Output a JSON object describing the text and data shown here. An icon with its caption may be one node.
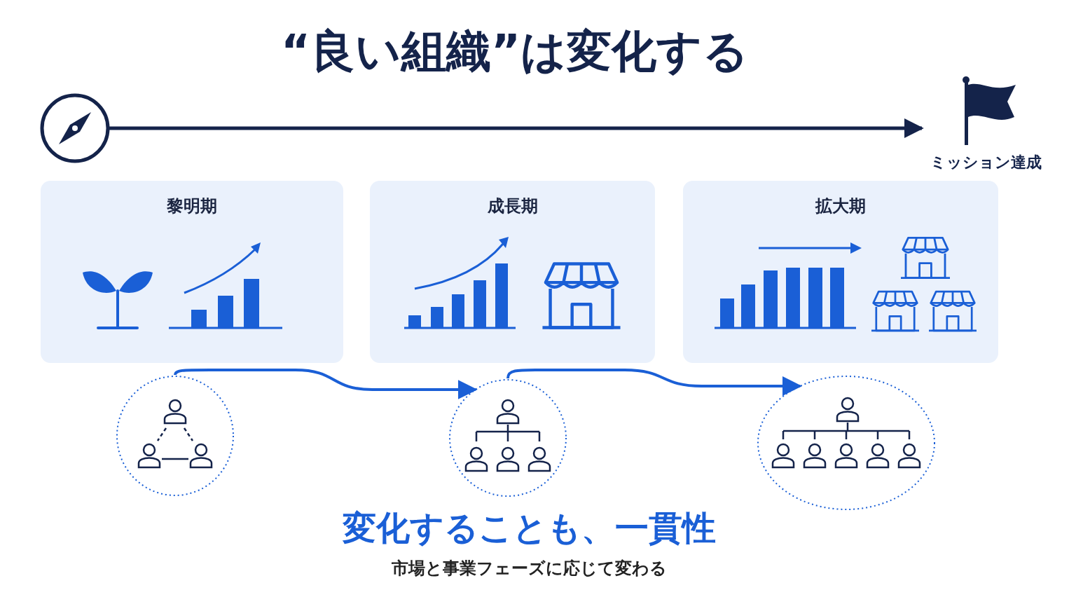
{
  "diagram": {
    "title": "“良い組織”は変化する",
    "nodes": [
      {
        "text": [],
        "shape": "circle"
      },
      {
        "text": [
          "ミッション達成"
        ]
      },
      {
        "text": [
          "黎明期"
        ]
      },
      {
        "text": [
          "成長期"
        ]
      },
      {
        "text": [
          "拡大期"
        ]
      },
      {
        "text": [],
        "shape": "circle"
      },
      {
        "text": [],
        "shape": "circle"
      },
      {
        "text": [],
        "shape": "circle"
      }
    ],
    "edges": [
      {
        "from": 0,
        "to": 1,
        "arrow": "to",
        "color": "#14234a"
      },
      {
        "from": 5,
        "to": 6,
        "arrow": "to"
      },
      {
        "from": 6,
        "to": 7,
        "arrow": "to"
      }
    ],
    "labels": [
      "変化することも、一貫性",
      "市場と事業フェーズに応じて変わる"
    ]
  }
}
